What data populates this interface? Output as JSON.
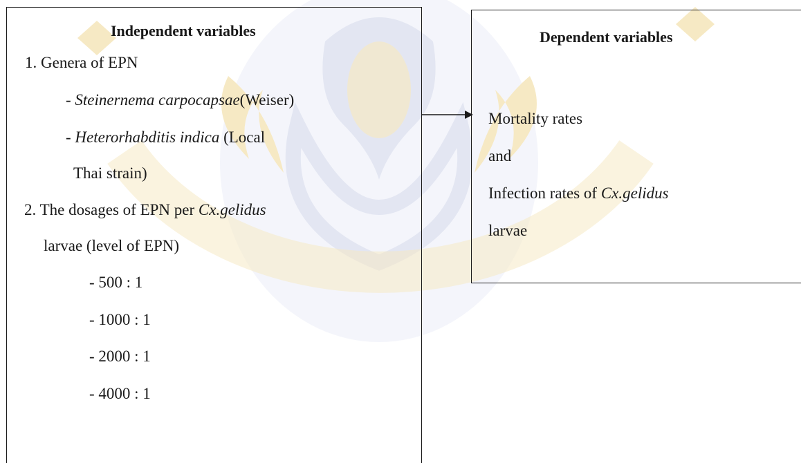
{
  "independent": {
    "heading": "Independent variables",
    "item1": "1. Genera of EPN",
    "genus1_italic": "Steinernema carpocapsae",
    "genus1_rest": "(Weiser)",
    "genus2_prefix": "- ",
    "genus2_italic": "Heterorhabditis indica",
    "genus2_rest": " (Local",
    "genus2_cont": "Thai strain)",
    "item2_prefix": "2. The dosages of EPN per ",
    "item2_italic": "Cx.gelidus",
    "item2_cont": "larvae (level of EPN)",
    "dosages": [
      "- 500 : 1",
      "- 1000 : 1",
      "- 2000 : 1",
      "- 4000 : 1"
    ]
  },
  "dependent": {
    "heading": "Dependent variables",
    "line1": "Mortality rates",
    "line2": "and",
    "line3_prefix": "Infection rates of ",
    "line3_italic": "Cx.gelidus",
    "line4": "larvae"
  },
  "colors": {
    "watermark": "#e8c15a",
    "watermark_blue": "#9aa6cf",
    "box_border": "#1a1a1a"
  }
}
